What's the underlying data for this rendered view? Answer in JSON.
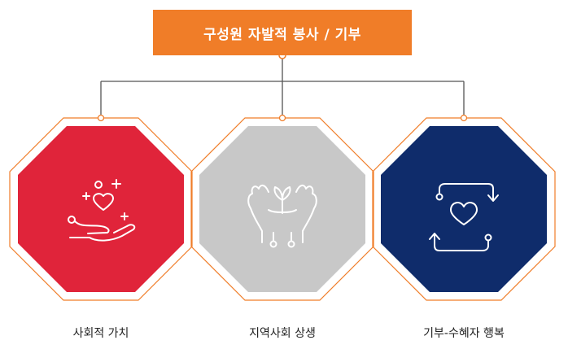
{
  "header": {
    "title": "구성원 자발적 봉사 / 기부"
  },
  "items": [
    {
      "label": "사회적 가치",
      "color": "#e0243a",
      "icon": "hand-heart-icon"
    },
    {
      "label": "지역사회 상생",
      "color": "#c8c8c8",
      "icon": "hands-sprout-icon"
    },
    {
      "label": "기부-수혜자 행복",
      "color": "#0f2c6b",
      "icon": "heart-cycle-icon"
    }
  ],
  "colors": {
    "accent": "#f07d28",
    "connector": "#555555"
  }
}
